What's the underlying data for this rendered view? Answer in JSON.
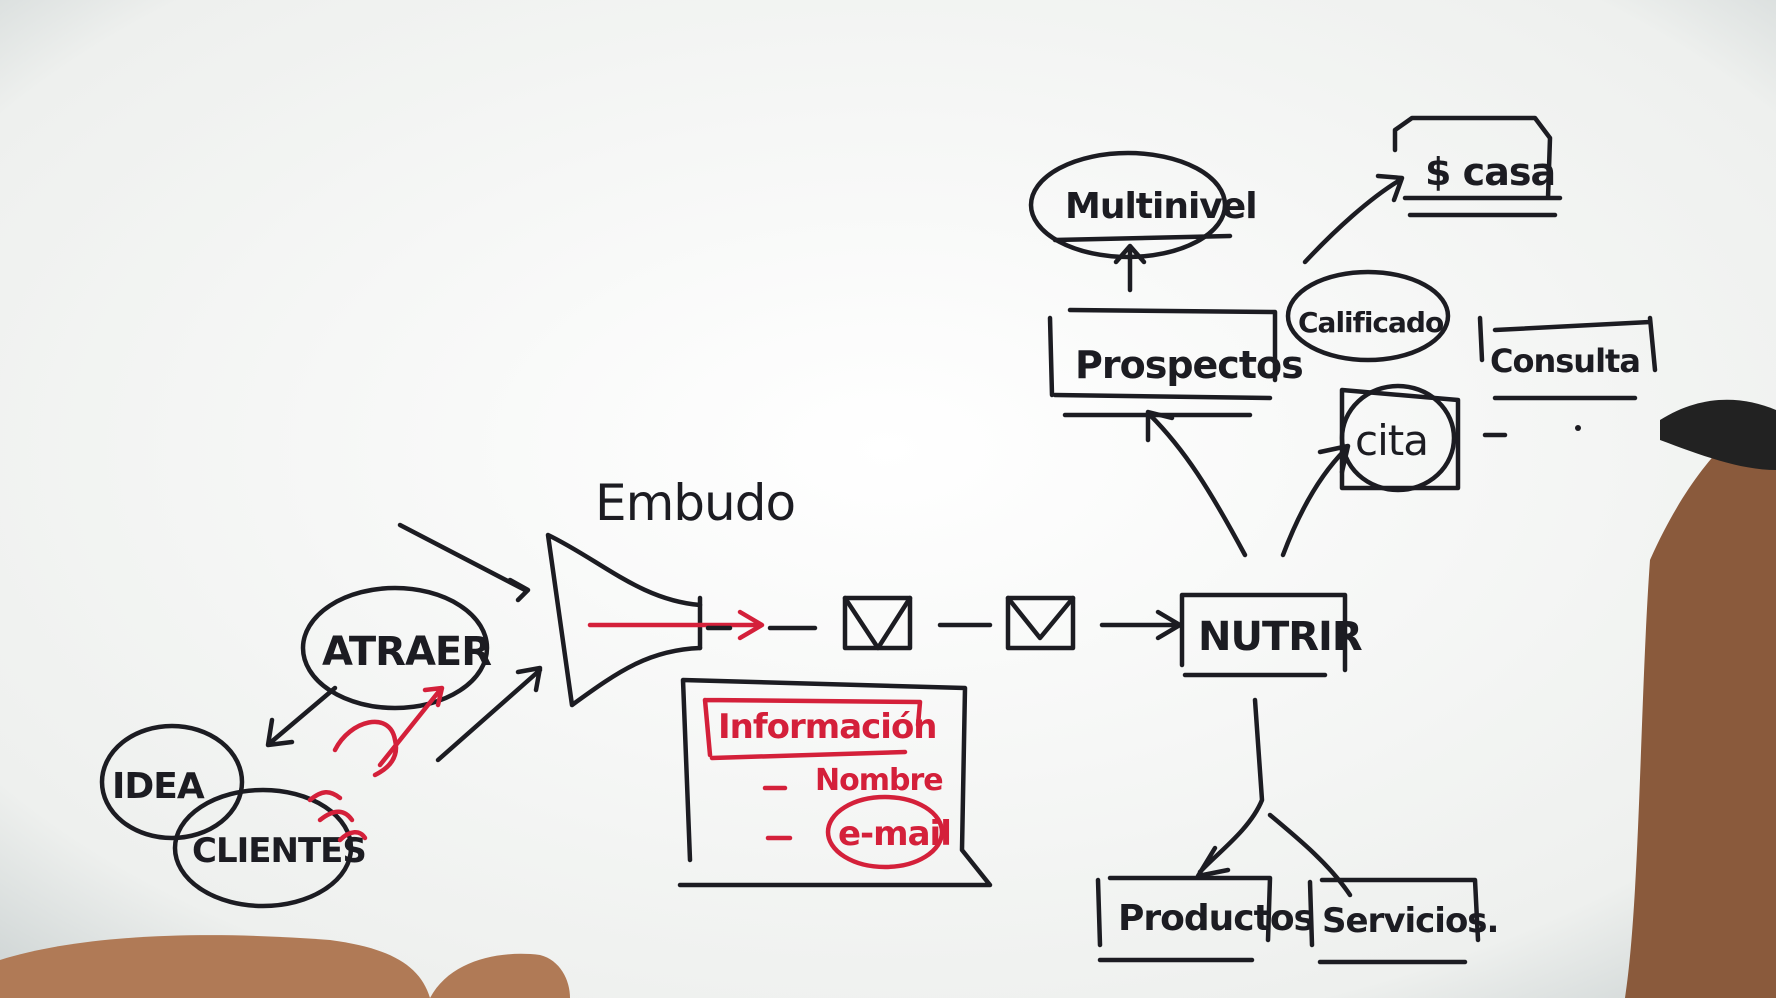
{
  "labels": {
    "embudo": "Embudo",
    "atraer": "ATRAER",
    "idea": "IDEA",
    "clientes": "CLIENTES",
    "nutrir": "NUTRIR",
    "informacion": "Información",
    "nombre": "Nombre",
    "email": "e-mail",
    "prospectos": "Prospectos",
    "multinivel": "Multinivel",
    "casa": "$ casa",
    "calificado": "Calificado",
    "consulta": "Consulta",
    "cita": "cita",
    "productos": "Productos",
    "servicios": "Servicios."
  },
  "colors": {
    "ink": "#1c1c22",
    "red_marker": "#d4203a",
    "board": "#f4f5f3"
  }
}
